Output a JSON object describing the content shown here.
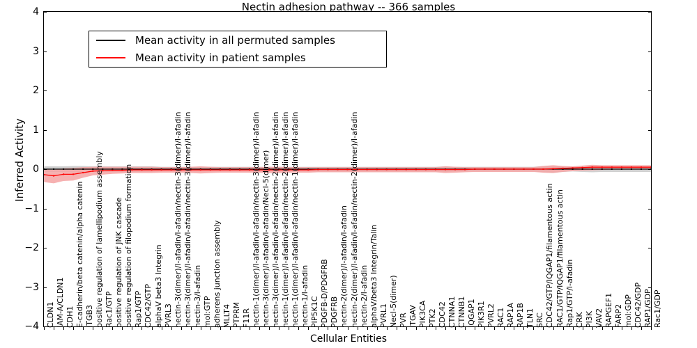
{
  "chart_data": {
    "type": "line",
    "title": "Nectin adhesion pathway -- 366 samples",
    "xlabel": "Cellular Entities",
    "ylabel": "Inferred Activity",
    "ylim": [
      -4,
      4
    ],
    "yticks": [
      4,
      3,
      2,
      1,
      0,
      -1,
      -2,
      -3,
      -4
    ],
    "grid": false,
    "legend_position": "upper left",
    "legend": [
      {
        "name": "Mean activity in all permuted samples",
        "color": "#000000"
      },
      {
        "name": "Mean activity in patient samples",
        "color": "#ff0000"
      }
    ],
    "categories": [
      "CLDN1",
      "JAM-A/CLDN1",
      "CDH1",
      "E-cadherin/beta catenin/alpha catenin",
      "ITGB3",
      "positive regulation of lamellipodium assembly",
      "Rac1/GTP",
      "positive regulation of JNK cascade",
      "positive regulation of filopodium formation",
      "Rap1/GTP",
      "CDC42/GTP",
      "alphaV beta3 Integrin",
      "PVRL3",
      "nectin-3(dimer)/l-afadin/l-afadin/nectin-3(dimer)/l-afadin",
      "nectin-3(dimer)/l-afadin/l-afadin/nectin-3(dimer)/l-afadin",
      "nectin-3/l-afadin",
      "mol:GTP",
      "adherens junction assembly",
      "MLLT4",
      "PTPRM",
      "F11R",
      "nectin-1(dimer)/l-afadin/l-afadin/nectin-3(dimer)/l-afadin",
      "nectin-3(dimer)/l-afadin/l-afadin/Necl-5(dimer)",
      "nectin-3(dimer)/l-afadin/l-afadin/nectin-2(dimer)/l-afadin",
      "nectin-1(dimer)/l-afadin/l-afadin/nectin-2(dimer)/l-afadin",
      "nectin-1(dimer)/l-afadin/l-afadin/nectin-1(dimer)/l-afadin",
      "nectin-1/l-afadin",
      "PIP5K1C",
      "PDGFB-D/PDGFRB",
      "PDGFRB",
      "nectin-2(dimer)/l-afadin/l-afadin",
      "nectin-2(dimer)/l-afadin/l-afadin/nectin-2(dimer)/l-afadin",
      "nectin-2/l-afadin",
      "alphaV/beta3 Integrin/Talin",
      "PVRL1",
      "Necl-5(dimer)",
      "PVR",
      "ITGAV",
      "PIK3CA",
      "PTK2",
      "CDC42",
      "CTNNA1",
      "CTNNB1",
      "IQGAP1",
      "PIK3R1",
      "PVRL2",
      "RAC1",
      "RAP1A",
      "RAP1B",
      "TLN1",
      "SRC",
      "CDC42/GTP/IQGAP1/filamentous actin",
      "RAC1/GTP/IQGAP1/filamentous actin",
      "Rap1/GTP/l-afadin",
      "CRK",
      "PI3K",
      "VAV2",
      "RAPGEF1",
      "FARP2",
      "mol:GDP",
      "CDC42/GDP",
      "RAP1/GDP",
      "Rac1/GDP"
    ],
    "series": [
      {
        "name": "Mean activity in all permuted samples",
        "color": "#000000",
        "band_color": "#c8c8c8",
        "values": [
          0.0,
          0.0,
          0.0,
          0.0,
          0.0,
          0.0,
          0.0,
          0.0,
          0.0,
          0.0,
          0.0,
          0.0,
          0.0,
          0.0,
          0.0,
          0.0,
          0.0,
          0.0,
          0.0,
          0.0,
          0.0,
          0.0,
          0.0,
          0.0,
          0.0,
          0.0,
          0.0,
          0.0,
          0.0,
          0.0,
          0.0,
          0.0,
          0.0,
          0.0,
          0.0,
          0.0,
          0.0,
          0.0,
          0.0,
          0.0,
          0.0,
          0.0,
          0.0,
          0.0,
          0.0,
          0.0,
          0.0,
          0.0,
          0.0,
          0.0,
          0.0,
          0.0,
          0.0,
          0.0,
          0.0,
          0.0,
          0.0,
          0.0,
          0.0,
          0.0,
          0.0,
          0.0,
          0.0,
          0.0
        ],
        "band_upper": [
          0.07,
          0.07,
          0.07,
          0.08,
          0.08,
          0.07,
          0.07,
          0.07,
          0.07,
          0.07,
          0.07,
          0.07,
          0.06,
          0.06,
          0.06,
          0.06,
          0.06,
          0.06,
          0.06,
          0.06,
          0.06,
          0.06,
          0.06,
          0.06,
          0.06,
          0.06,
          0.06,
          0.06,
          0.06,
          0.06,
          0.06,
          0.06,
          0.06,
          0.06,
          0.06,
          0.06,
          0.06,
          0.06,
          0.06,
          0.06,
          0.06,
          0.07,
          0.06,
          0.06,
          0.06,
          0.06,
          0.06,
          0.06,
          0.06,
          0.06,
          0.06,
          0.08,
          0.09,
          0.07,
          0.06,
          0.07,
          0.08,
          0.07,
          0.07,
          0.07,
          0.07,
          0.07,
          0.07,
          0.07
        ],
        "band_lower": [
          -0.07,
          -0.07,
          -0.07,
          -0.08,
          -0.08,
          -0.07,
          -0.07,
          -0.07,
          -0.07,
          -0.07,
          -0.07,
          -0.07,
          -0.06,
          -0.06,
          -0.06,
          -0.06,
          -0.06,
          -0.06,
          -0.06,
          -0.06,
          -0.06,
          -0.06,
          -0.06,
          -0.06,
          -0.06,
          -0.06,
          -0.06,
          -0.06,
          -0.06,
          -0.06,
          -0.06,
          -0.06,
          -0.06,
          -0.06,
          -0.06,
          -0.06,
          -0.06,
          -0.06,
          -0.06,
          -0.06,
          -0.06,
          -0.07,
          -0.06,
          -0.06,
          -0.06,
          -0.06,
          -0.06,
          -0.06,
          -0.06,
          -0.06,
          -0.06,
          -0.08,
          -0.09,
          -0.07,
          -0.06,
          -0.07,
          -0.08,
          -0.07,
          -0.07,
          -0.07,
          -0.07,
          -0.07,
          -0.07,
          -0.07
        ]
      },
      {
        "name": "Mean activity in patient samples",
        "color": "#ff0000",
        "band_color": "#f5a3a3",
        "values": [
          -0.14,
          -0.17,
          -0.13,
          -0.13,
          -0.09,
          -0.05,
          -0.04,
          -0.03,
          -0.03,
          -0.02,
          -0.02,
          -0.02,
          -0.02,
          -0.02,
          -0.02,
          -0.02,
          -0.02,
          -0.02,
          -0.02,
          -0.02,
          -0.02,
          -0.02,
          -0.02,
          -0.02,
          -0.02,
          -0.02,
          -0.02,
          -0.02,
          -0.01,
          -0.01,
          -0.01,
          -0.01,
          -0.01,
          -0.01,
          -0.01,
          -0.01,
          -0.01,
          -0.01,
          -0.01,
          -0.01,
          -0.01,
          -0.01,
          -0.01,
          -0.01,
          0.0,
          0.0,
          0.0,
          0.0,
          0.0,
          0.0,
          0.0,
          0.0,
          0.01,
          0.02,
          0.03,
          0.04,
          0.05,
          0.05,
          0.05,
          0.05,
          0.05,
          0.05,
          0.05,
          0.05
        ],
        "band_upper": [
          0.0,
          -0.02,
          0.02,
          0.03,
          0.05,
          0.06,
          0.06,
          0.06,
          0.06,
          0.06,
          0.06,
          0.06,
          0.05,
          0.05,
          0.05,
          0.06,
          0.07,
          0.06,
          0.05,
          0.05,
          0.05,
          0.05,
          0.05,
          0.06,
          0.06,
          0.05,
          0.05,
          0.05,
          0.05,
          0.05,
          0.05,
          0.05,
          0.05,
          0.05,
          0.05,
          0.05,
          0.05,
          0.05,
          0.05,
          0.05,
          0.05,
          0.07,
          0.06,
          0.05,
          0.05,
          0.05,
          0.05,
          0.05,
          0.05,
          0.05,
          0.05,
          0.08,
          0.1,
          0.08,
          0.07,
          0.09,
          0.11,
          0.1,
          0.1,
          0.1,
          0.1,
          0.1,
          0.1,
          0.1
        ],
        "band_lower": [
          -0.33,
          -0.36,
          -0.3,
          -0.29,
          -0.22,
          -0.16,
          -0.14,
          -0.12,
          -0.11,
          -0.1,
          -0.1,
          -0.1,
          -0.09,
          -0.09,
          -0.09,
          -0.1,
          -0.11,
          -0.1,
          -0.09,
          -0.09,
          -0.09,
          -0.09,
          -0.09,
          -0.1,
          -0.1,
          -0.09,
          -0.09,
          -0.09,
          -0.08,
          -0.08,
          -0.08,
          -0.08,
          -0.08,
          -0.08,
          -0.08,
          -0.08,
          -0.08,
          -0.08,
          -0.08,
          -0.08,
          -0.08,
          -0.1,
          -0.09,
          -0.08,
          -0.07,
          -0.07,
          -0.07,
          -0.07,
          -0.07,
          -0.07,
          -0.07,
          -0.09,
          -0.1,
          -0.07,
          -0.05,
          -0.04,
          -0.03,
          -0.02,
          -0.01,
          0.0,
          0.0,
          0.0,
          0.0,
          0.0
        ]
      }
    ]
  }
}
